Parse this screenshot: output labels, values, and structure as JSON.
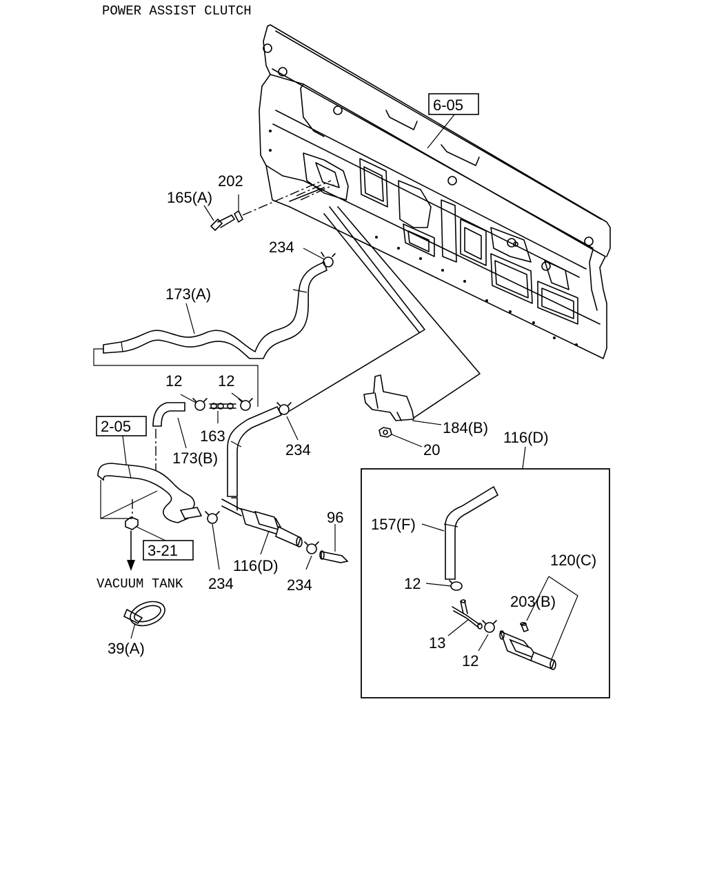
{
  "title": "POWER ASSIST CLUTCH",
  "callouts": {
    "c_6_05": "6-05",
    "c_202": "202",
    "c_165a": "165(A)",
    "c_234_top": "234",
    "c_173a": "173(A)",
    "c_12_left": "12",
    "c_12_right": "12",
    "c_2_05": "2-05",
    "c_163": "163",
    "c_173b": "173(B)",
    "c_234_mid": "234",
    "c_184b": "184(B)",
    "c_20": "20",
    "c_116d_top": "116(D)",
    "c_96": "96",
    "c_3_21": "3-21",
    "c_234_bl": "234",
    "c_116d_bottom": "116(D)",
    "c_234_br": "234",
    "c_39a": "39(A)",
    "c_157f": "157(F)",
    "c_120c": "120(C)",
    "c_12_inset_top": "12",
    "c_203b": "203(B)",
    "c_13": "13",
    "c_12_inset_bottom": "12"
  },
  "vacuum_tank": "VACUUM TANK"
}
